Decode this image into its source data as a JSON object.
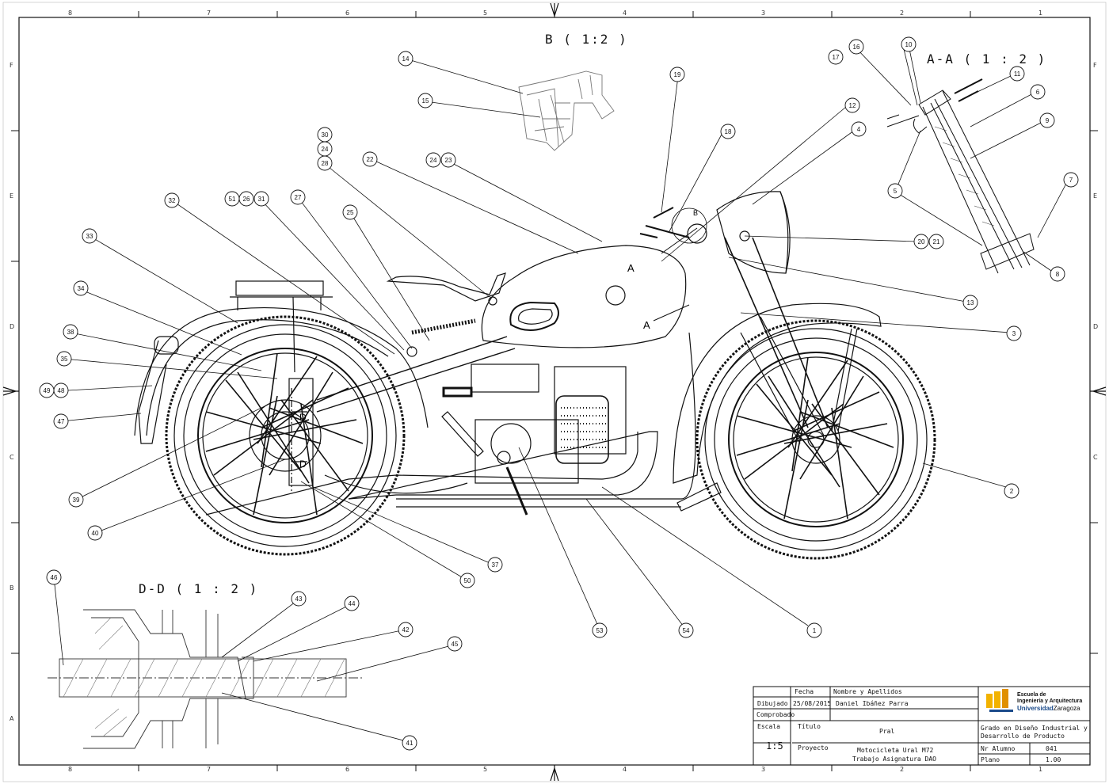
{
  "views": {
    "b": "B ( 1:2 )",
    "aa": "A-A ( 1 : 2 )",
    "dd": "D-D ( 1 : 2 )"
  },
  "section_marks": {
    "a": "A",
    "b": "B",
    "d": "D"
  },
  "grid": {
    "columns": [
      "8",
      "7",
      "6",
      "5",
      "4",
      "3",
      "2",
      "1"
    ],
    "rows": [
      "F",
      "E",
      "D",
      "C",
      "B",
      "A"
    ]
  },
  "balloons": [
    {
      "id": "b1",
      "n": "1"
    },
    {
      "id": "b2",
      "n": "2"
    },
    {
      "id": "b3",
      "n": "3"
    },
    {
      "id": "b4",
      "n": "4"
    },
    {
      "id": "b5",
      "n": "5"
    },
    {
      "id": "b6",
      "n": "6"
    },
    {
      "id": "b7",
      "n": "7"
    },
    {
      "id": "b8",
      "n": "8"
    },
    {
      "id": "b9",
      "n": "9"
    },
    {
      "id": "b10",
      "n": "10"
    },
    {
      "id": "b11",
      "n": "11"
    },
    {
      "id": "b12",
      "n": "12"
    },
    {
      "id": "b13",
      "n": "13"
    },
    {
      "id": "b14",
      "n": "14"
    },
    {
      "id": "b15",
      "n": "15"
    },
    {
      "id": "b16",
      "n": "16"
    },
    {
      "id": "b17",
      "n": "17"
    },
    {
      "id": "b18",
      "n": "18"
    },
    {
      "id": "b19",
      "n": "19"
    },
    {
      "id": "b20",
      "n": "20"
    },
    {
      "id": "b21",
      "n": "21"
    },
    {
      "id": "b22",
      "n": "22"
    },
    {
      "id": "b23",
      "n": "23"
    },
    {
      "id": "b24",
      "n": "24"
    },
    {
      "id": "b24b",
      "n": "24"
    },
    {
      "id": "b25",
      "n": "25"
    },
    {
      "id": "b26",
      "n": "26"
    },
    {
      "id": "b27",
      "n": "27"
    },
    {
      "id": "b28",
      "n": "28"
    },
    {
      "id": "b30",
      "n": "30"
    },
    {
      "id": "b31",
      "n": "31"
    },
    {
      "id": "b32",
      "n": "32"
    },
    {
      "id": "b33",
      "n": "33"
    },
    {
      "id": "b34",
      "n": "34"
    },
    {
      "id": "b35",
      "n": "35"
    },
    {
      "id": "b37",
      "n": "37"
    },
    {
      "id": "b38",
      "n": "38"
    },
    {
      "id": "b39",
      "n": "39"
    },
    {
      "id": "b40",
      "n": "40"
    },
    {
      "id": "b41",
      "n": "41"
    },
    {
      "id": "b42",
      "n": "42"
    },
    {
      "id": "b43",
      "n": "43"
    },
    {
      "id": "b44",
      "n": "44"
    },
    {
      "id": "b45",
      "n": "45"
    },
    {
      "id": "b46",
      "n": "46"
    },
    {
      "id": "b47",
      "n": "47"
    },
    {
      "id": "b48",
      "n": "48"
    },
    {
      "id": "b49",
      "n": "49"
    },
    {
      "id": "b50",
      "n": "50"
    },
    {
      "id": "b51",
      "n": "51"
    },
    {
      "id": "b53",
      "n": "53"
    },
    {
      "id": "b54",
      "n": "54"
    }
  ],
  "title_block": {
    "fecha_label": "Fecha",
    "nombre_label": "Nombre y Apellidos",
    "dibujado_label": "Dibujado",
    "dibujado_fecha": "25/08/2015",
    "dibujado_nombre": "Daniel Ibáñez Parra",
    "comprobado_label": "Comprobado",
    "escala_label": "Escala",
    "escala_value": "1:5",
    "titulo_label": "Título",
    "titulo_value": "Pral",
    "proyecto_label": "Proyecto",
    "proyecto_line1": "Motocicleta Ural M72",
    "proyecto_line2": "Trabajo Asignatura DAO",
    "school_line1": "Escuela de",
    "school_line2": "Ingeniería y Arquitectura",
    "school_line3a": "Universidad",
    "school_line3b": "Zaragoza",
    "grado_line1": "Grado en Diseño Industrial y",
    "grado_line2": "Desarrollo de Producto",
    "nr_alumno_label": "Nr Alumno",
    "nr_alumno_value": "041",
    "plano_label": "Plano",
    "plano_value": "1.00"
  }
}
